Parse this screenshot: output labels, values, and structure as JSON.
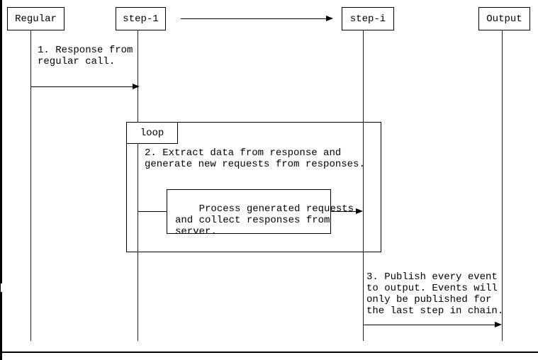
{
  "diagram_type": "sequence-diagram",
  "participants": [
    {
      "label": "Regular"
    },
    {
      "label": "step-1"
    },
    {
      "label": "step-i"
    },
    {
      "label": "Output"
    }
  ],
  "loop": {
    "label": "loop"
  },
  "messages": {
    "msg1": "1. Response from\nregular call.",
    "msg2": "2. Extract data from response and\ngenerate new requests from responses.",
    "process_note": "Process generated requests\nand collect responses from\nserver.",
    "msg3": "3. Publish every event\nto output. Events will\nonly be published for\nthe last step in chain."
  },
  "colors": {
    "line": "#000000",
    "background": "#ffffff",
    "text": "#000000"
  }
}
